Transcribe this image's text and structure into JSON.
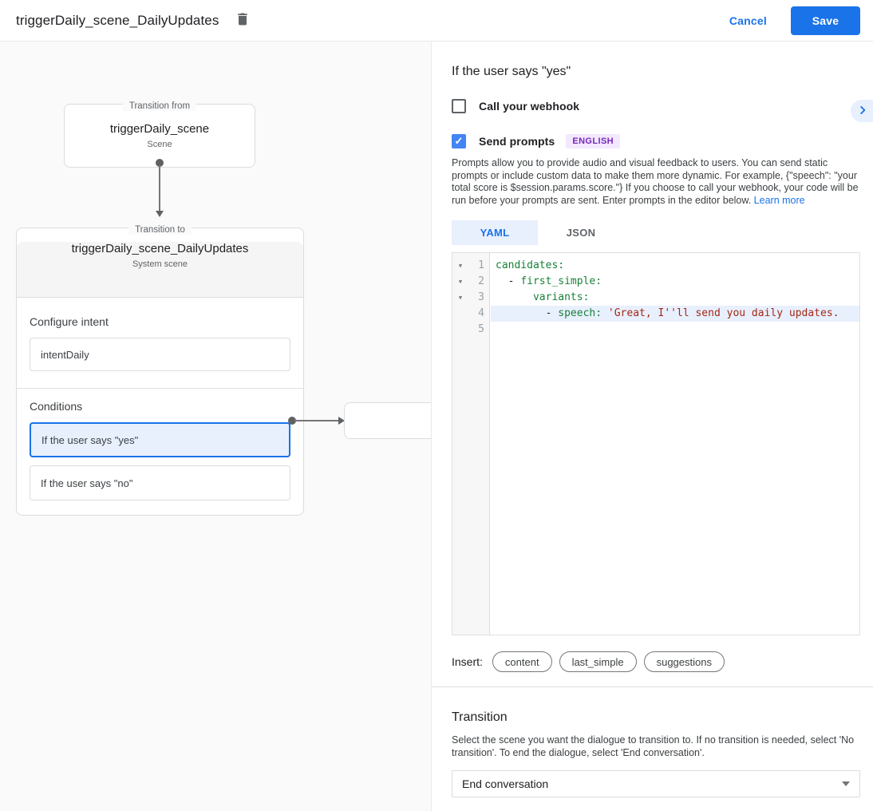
{
  "header": {
    "title": "triggerDaily_scene_DailyUpdates",
    "cancel_label": "Cancel",
    "save_label": "Save"
  },
  "diagram": {
    "from_node": {
      "legend": "Transition from",
      "title": "triggerDaily_scene",
      "subtitle": "Scene"
    },
    "to_node": {
      "legend": "Transition to",
      "title": "triggerDaily_scene_DailyUpdates",
      "subtitle": "System scene",
      "configure_intent_label": "Configure intent",
      "intent_value": "intentDaily",
      "conditions_label": "Conditions",
      "conditions": [
        {
          "label": "If the user says \"yes\"",
          "selected": true
        },
        {
          "label": "If the user says \"no\"",
          "selected": false
        }
      ]
    }
  },
  "panel": {
    "heading": "If the user says \"yes\"",
    "webhook": {
      "label": "Call your webhook",
      "checked": false
    },
    "prompts": {
      "label": "Send prompts",
      "checked": true,
      "badge": "ENGLISH",
      "check_glyph": "✓"
    },
    "description": "Prompts allow you to provide audio and visual feedback to users. You can send static prompts or include custom data to make them more dynamic. For example, {\"speech\": \"your total score is $session.params.score.\"} If you choose to call your webhook, your code will be run before your prompts are sent. Enter prompts in the editor below. ",
    "learn_more": "Learn more",
    "tabs": {
      "yaml": "YAML",
      "json": "JSON"
    },
    "editor": {
      "lines": [
        {
          "num": "1",
          "fold": true,
          "highlight": false,
          "tokens": [
            {
              "t": "key",
              "v": "candidates:"
            }
          ]
        },
        {
          "num": "2",
          "fold": true,
          "highlight": false,
          "tokens": [
            {
              "t": "plain",
              "v": "  - "
            },
            {
              "t": "key",
              "v": "first_simple:"
            }
          ]
        },
        {
          "num": "3",
          "fold": true,
          "highlight": false,
          "tokens": [
            {
              "t": "plain",
              "v": "      "
            },
            {
              "t": "key",
              "v": "variants:"
            }
          ]
        },
        {
          "num": "4",
          "fold": false,
          "highlight": true,
          "tokens": [
            {
              "t": "plain",
              "v": "        - "
            },
            {
              "t": "key",
              "v": "speech:"
            },
            {
              "t": "plain",
              "v": " "
            },
            {
              "t": "string",
              "v": "'Great, I''ll send you daily updates."
            }
          ]
        },
        {
          "num": "5",
          "fold": false,
          "highlight": false,
          "tokens": []
        }
      ]
    },
    "insert": {
      "label": "Insert:",
      "chips": [
        "content",
        "last_simple",
        "suggestions"
      ]
    },
    "transition": {
      "heading": "Transition",
      "description": "Select the scene you want the dialogue to transition to. If no transition is needed, select 'No transition'. To end the dialogue, select 'End conversation'.",
      "select_value": "End conversation"
    }
  }
}
